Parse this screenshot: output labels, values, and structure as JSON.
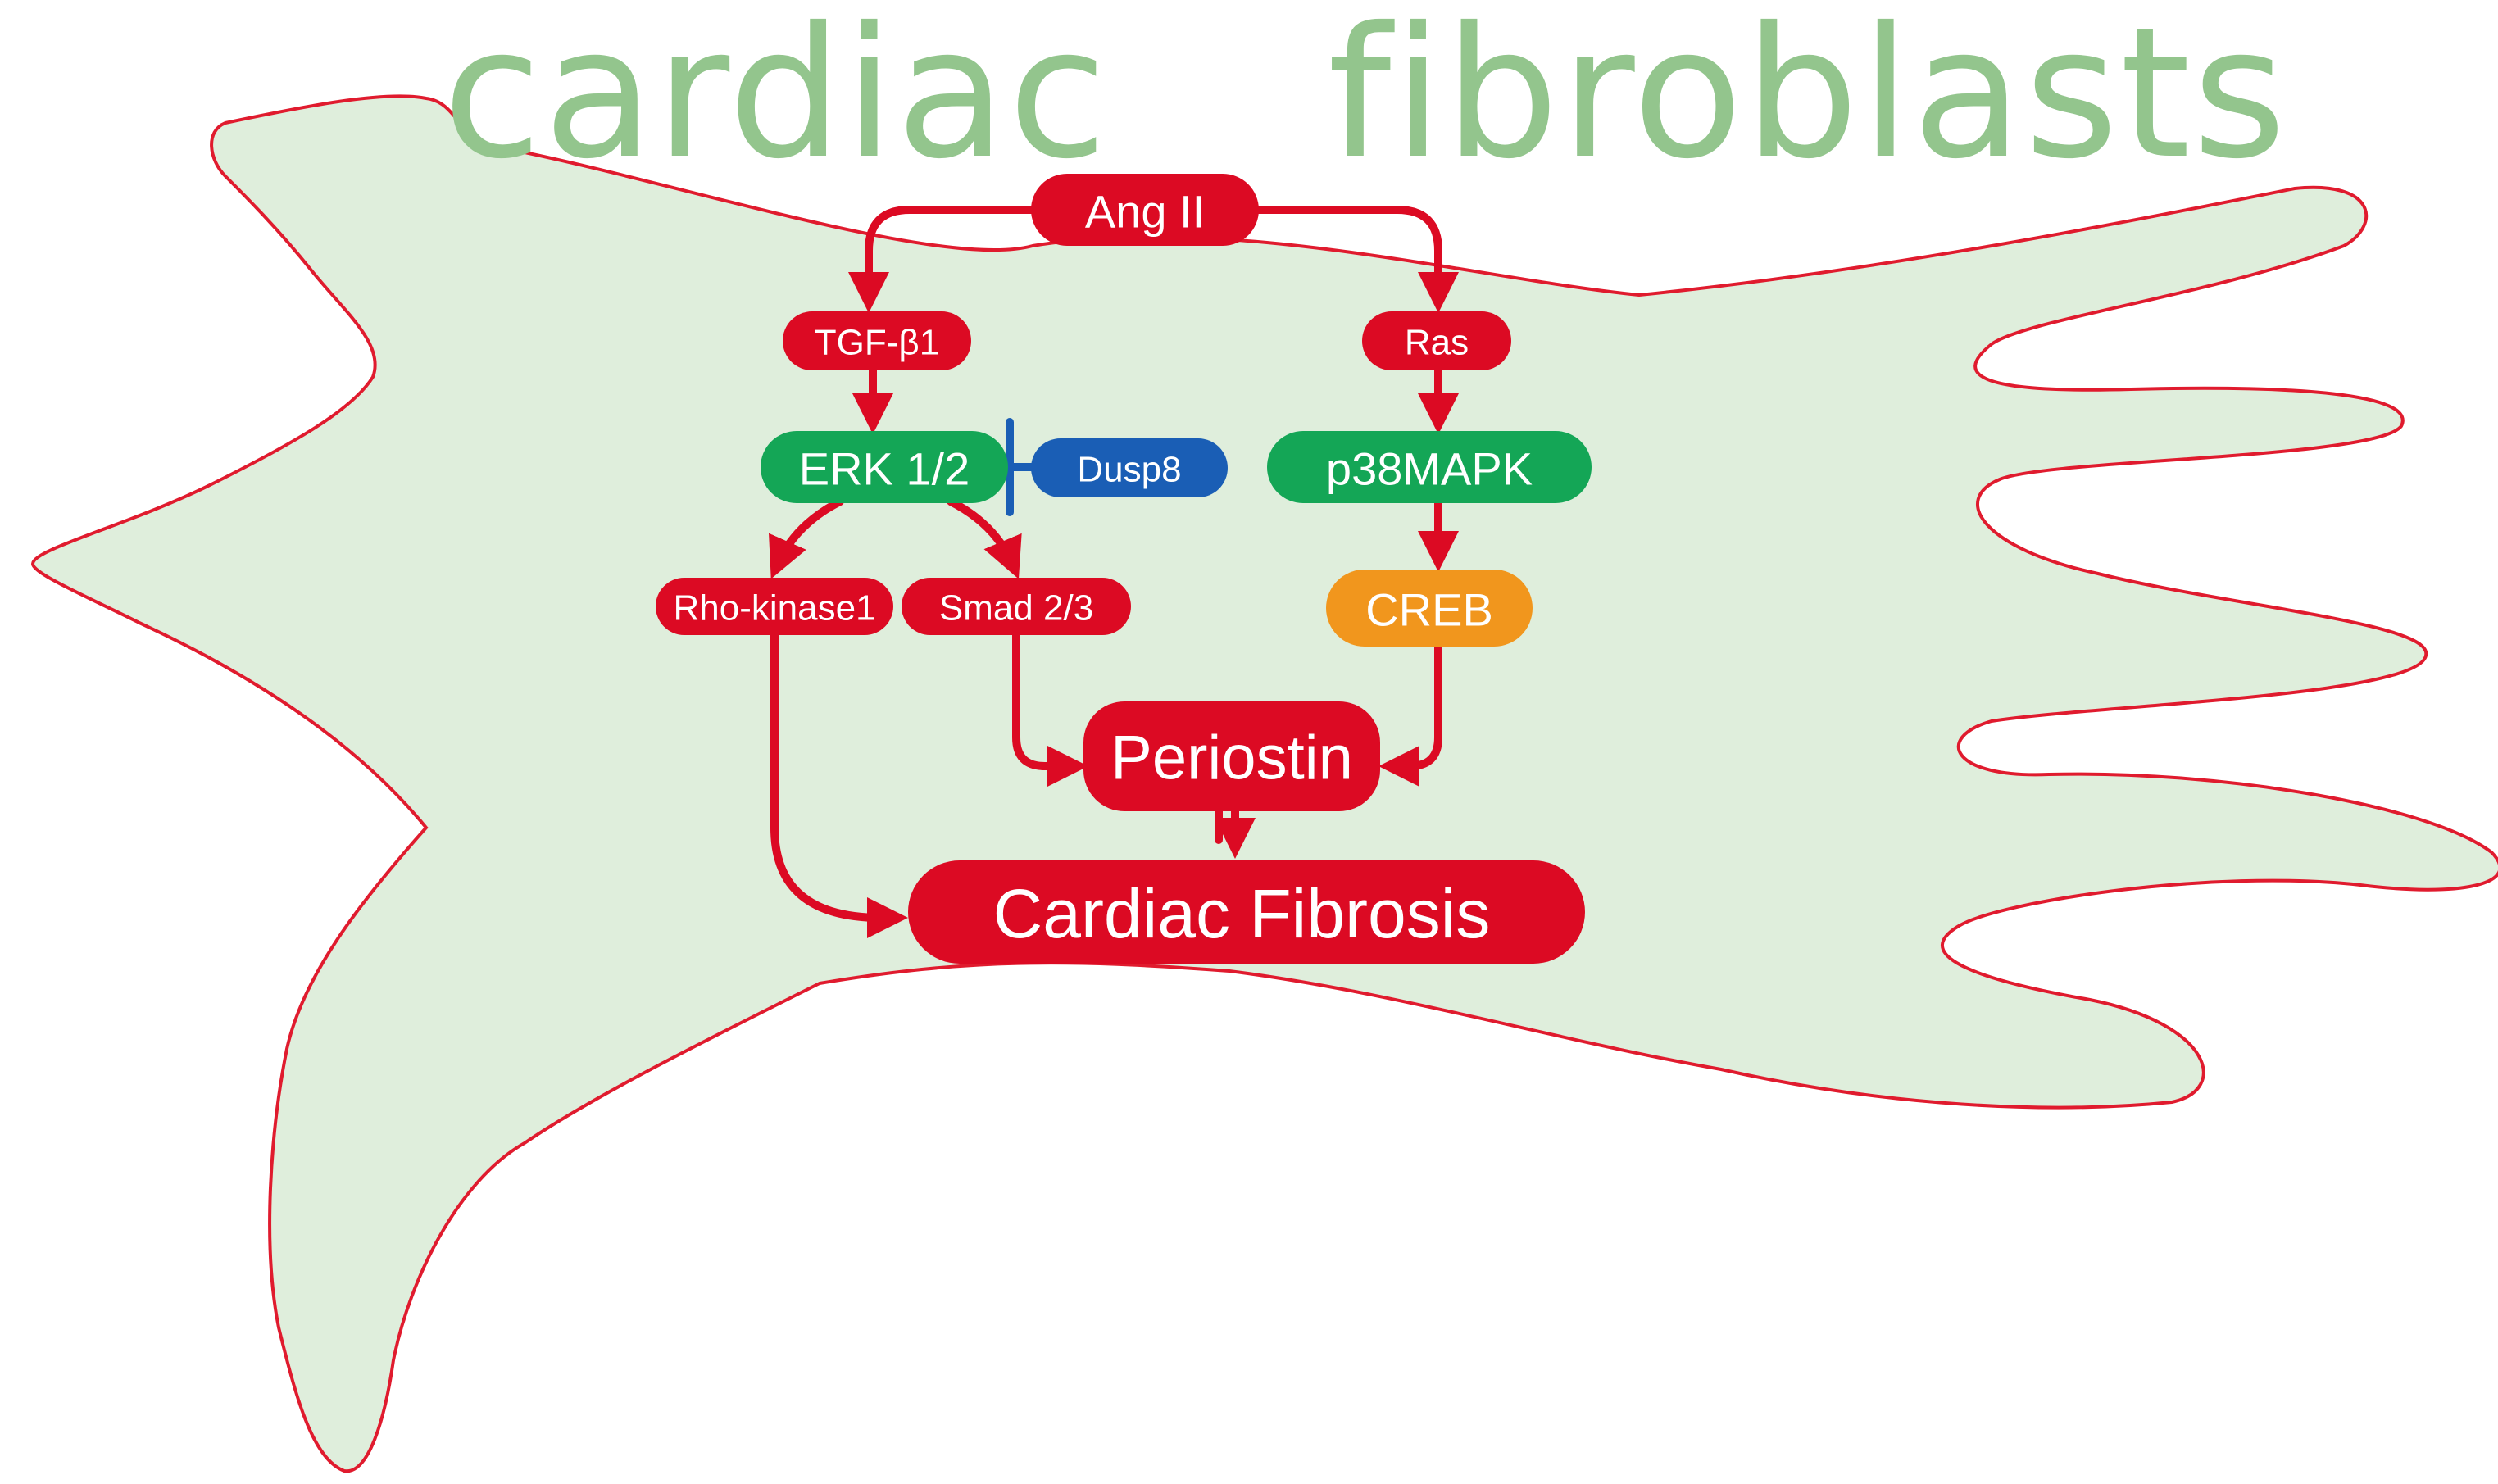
{
  "title": {
    "word1": "cardiac",
    "word2": "fibroblasts"
  },
  "colors": {
    "cell_fill": "#dfeedc",
    "cell_stroke": "#e01b2e",
    "title": "#93c58d",
    "red": "#dc0a23",
    "green": "#14a656",
    "blue": "#1a5eb5",
    "orange": "#f1961d"
  },
  "nodes": {
    "ang_ii": "Ang II",
    "tgf_b1": "TGF-β1",
    "ras": "Ras",
    "erk": "ERK 1/2",
    "dusp8": "Dusp8",
    "p38mapk": "p38MAPK",
    "rho_kinase1": "Rho-kinase1",
    "smad": "Smad 2/3",
    "creb": "CREB",
    "periostin": "Periostin",
    "cardiac_fibrosis": "Cardiac Fibrosis"
  },
  "edges": [
    {
      "from": "ang_ii",
      "to": "tgf_b1",
      "type": "activates"
    },
    {
      "from": "ang_ii",
      "to": "ras",
      "type": "activates"
    },
    {
      "from": "tgf_b1",
      "to": "erk",
      "type": "activates"
    },
    {
      "from": "dusp8",
      "to": "erk",
      "type": "inhibits"
    },
    {
      "from": "erk",
      "to": "rho_kinase1",
      "type": "activates"
    },
    {
      "from": "erk",
      "to": "smad",
      "type": "activates"
    },
    {
      "from": "ras",
      "to": "p38mapk",
      "type": "activates"
    },
    {
      "from": "p38mapk",
      "to": "creb",
      "type": "activates"
    },
    {
      "from": "smad",
      "to": "periostin",
      "type": "activates"
    },
    {
      "from": "creb",
      "to": "periostin",
      "type": "activates"
    },
    {
      "from": "periostin",
      "to": "cardiac_fibrosis",
      "type": "activates"
    },
    {
      "from": "rho_kinase1",
      "to": "cardiac_fibrosis",
      "type": "activates"
    }
  ]
}
